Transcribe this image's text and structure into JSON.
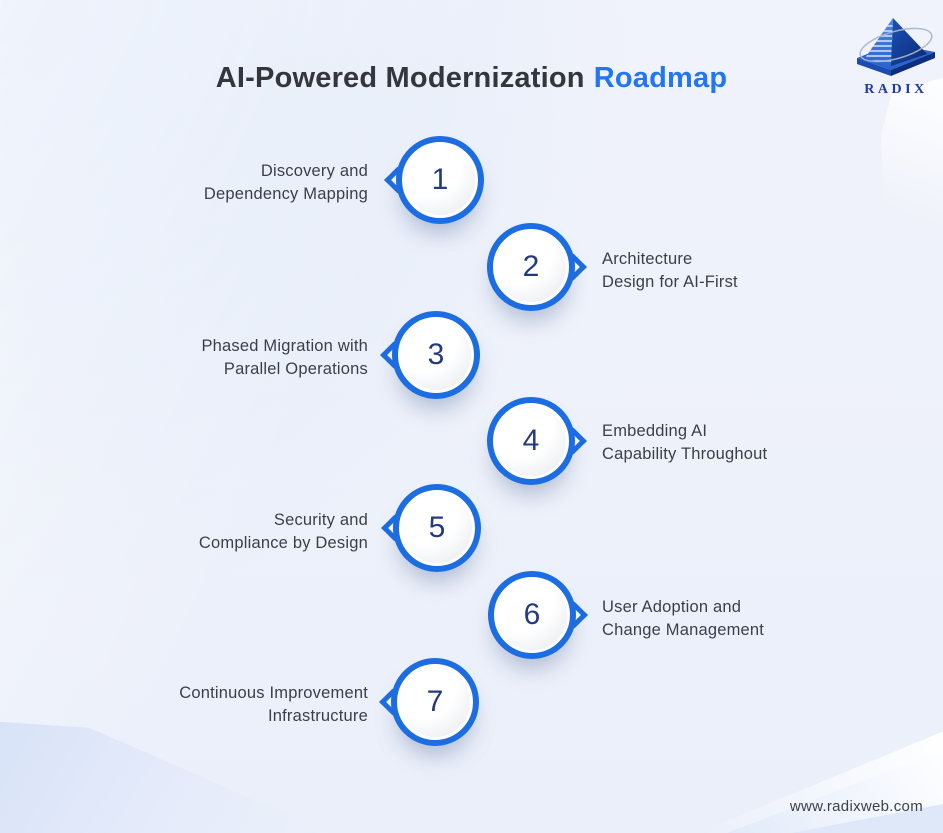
{
  "header": {
    "title_dark": "AI-Powered Modernization",
    "title_accent": "Roadmap"
  },
  "logo": {
    "text": "RADIX"
  },
  "theme": {
    "background": "#edf1fa",
    "ring_blue": "#1c6ce2",
    "number_navy": "#233a80",
    "title_dark": "#33363c",
    "title_accent_blue": "#2276f2",
    "label_gray": "#3c3f46"
  },
  "steps": [
    {
      "number": "1",
      "side": "left",
      "line1": "Discovery and",
      "line2": "Dependency Mapping"
    },
    {
      "number": "2",
      "side": "right",
      "line1": "Architecture",
      "line2": "Design for AI-First"
    },
    {
      "number": "3",
      "side": "left",
      "line1": "Phased Migration with",
      "line2": "Parallel Operations"
    },
    {
      "number": "4",
      "side": "right",
      "line1": "Embedding AI",
      "line2": "Capability Throughout"
    },
    {
      "number": "5",
      "side": "left",
      "line1": "Security and",
      "line2": "Compliance by Design"
    },
    {
      "number": "6",
      "side": "right",
      "line1": "User Adoption and",
      "line2": "Change Management"
    },
    {
      "number": "7",
      "side": "left",
      "line1": "Continuous Improvement",
      "line2": "Infrastructure"
    }
  ],
  "footer": {
    "website": "www.radixweb.com"
  }
}
